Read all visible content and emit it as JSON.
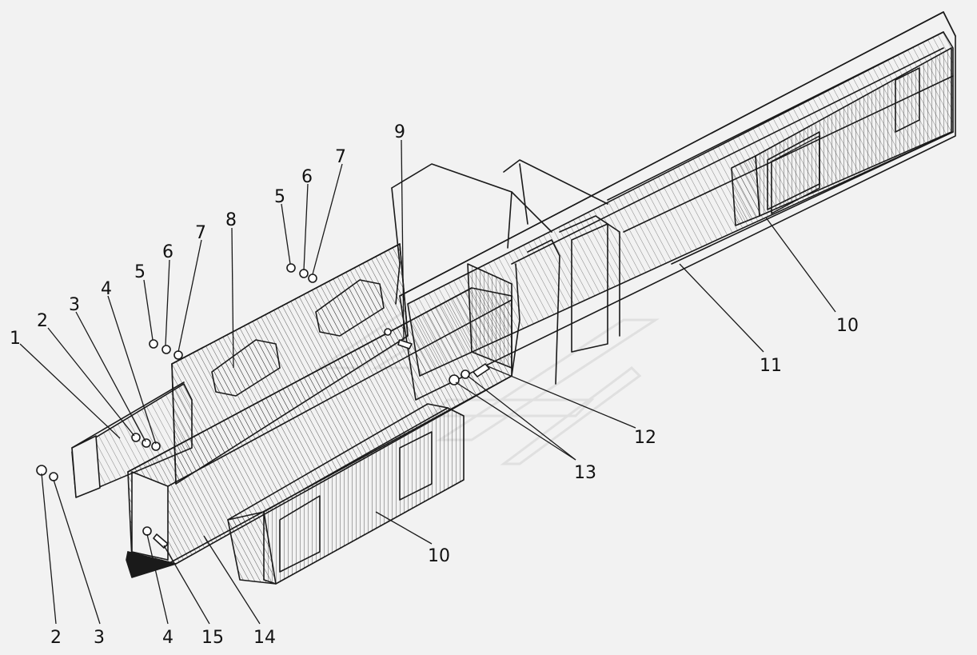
{
  "diagram": {
    "colors": {
      "background": "#f2f2f2",
      "line": "#1a1a1a",
      "hatch": "#1a1a1a",
      "watermark": "#e0e0e0"
    },
    "callouts": [
      {
        "id": "c1a",
        "text": "1"
      },
      {
        "id": "c2a",
        "text": "2"
      },
      {
        "id": "c3a",
        "text": "3"
      },
      {
        "id": "c4a",
        "text": "4"
      },
      {
        "id": "c5a",
        "text": "5"
      },
      {
        "id": "c6a",
        "text": "6"
      },
      {
        "id": "c7a",
        "text": "7"
      },
      {
        "id": "c8",
        "text": "8"
      },
      {
        "id": "c5b",
        "text": "5"
      },
      {
        "id": "c6b",
        "text": "6"
      },
      {
        "id": "c7b",
        "text": "7"
      },
      {
        "id": "c9",
        "text": "9"
      },
      {
        "id": "c10a",
        "text": "10"
      },
      {
        "id": "c11",
        "text": "11"
      },
      {
        "id": "c12",
        "text": "12"
      },
      {
        "id": "c13",
        "text": "13"
      },
      {
        "id": "c10b",
        "text": "10"
      },
      {
        "id": "c2b",
        "text": "2"
      },
      {
        "id": "c3b",
        "text": "3"
      },
      {
        "id": "c4b",
        "text": "4"
      },
      {
        "id": "c15",
        "text": "15"
      },
      {
        "id": "c14",
        "text": "14"
      }
    ]
  }
}
